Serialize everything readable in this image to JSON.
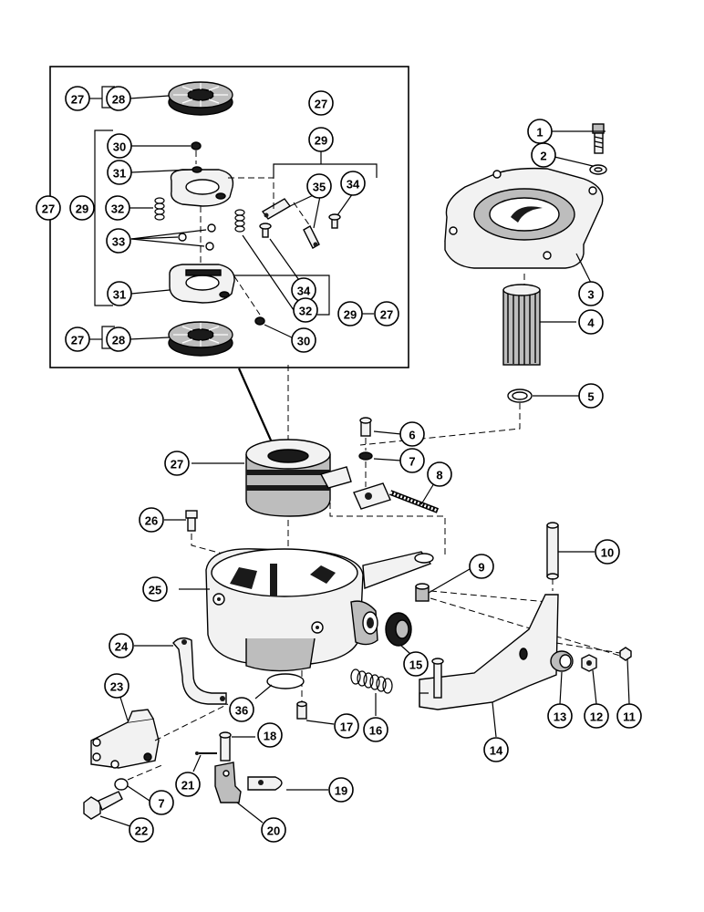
{
  "diagram": {
    "callouts": [
      {
        "id": "c1",
        "label": "1"
      },
      {
        "id": "c2",
        "label": "2"
      },
      {
        "id": "c3",
        "label": "3"
      },
      {
        "id": "c4",
        "label": "4"
      },
      {
        "id": "c5",
        "label": "5"
      },
      {
        "id": "c6",
        "label": "6"
      },
      {
        "id": "c7a",
        "label": "7"
      },
      {
        "id": "c8",
        "label": "8"
      },
      {
        "id": "c9",
        "label": "9"
      },
      {
        "id": "c10",
        "label": "10"
      },
      {
        "id": "c11",
        "label": "11"
      },
      {
        "id": "c12",
        "label": "12"
      },
      {
        "id": "c13",
        "label": "13"
      },
      {
        "id": "c14",
        "label": "14"
      },
      {
        "id": "c15",
        "label": "15"
      },
      {
        "id": "c16",
        "label": "16"
      },
      {
        "id": "c17",
        "label": "17"
      },
      {
        "id": "c18",
        "label": "18"
      },
      {
        "id": "c19",
        "label": "19"
      },
      {
        "id": "c20",
        "label": "20"
      },
      {
        "id": "c21",
        "label": "21"
      },
      {
        "id": "c22",
        "label": "22"
      },
      {
        "id": "c7b",
        "label": "7"
      },
      {
        "id": "c23",
        "label": "23"
      },
      {
        "id": "c24",
        "label": "24"
      },
      {
        "id": "c25",
        "label": "25"
      },
      {
        "id": "c26",
        "label": "26"
      },
      {
        "id": "c27m",
        "label": "27"
      },
      {
        "id": "c36",
        "label": "36"
      },
      {
        "id": "i27a",
        "label": "27"
      },
      {
        "id": "i28a",
        "label": "28"
      },
      {
        "id": "i30a",
        "label": "30"
      },
      {
        "id": "i31a",
        "label": "31"
      },
      {
        "id": "i27b",
        "label": "27"
      },
      {
        "id": "i29b",
        "label": "29"
      },
      {
        "id": "i32a",
        "label": "32"
      },
      {
        "id": "i33",
        "label": "33"
      },
      {
        "id": "i31b",
        "label": "31"
      },
      {
        "id": "i27c",
        "label": "27"
      },
      {
        "id": "i28c",
        "label": "28"
      },
      {
        "id": "i27t",
        "label": "27"
      },
      {
        "id": "i29t",
        "label": "29"
      },
      {
        "id": "i35",
        "label": "35"
      },
      {
        "id": "i34a",
        "label": "34"
      },
      {
        "id": "i34b",
        "label": "34"
      },
      {
        "id": "i32b",
        "label": "32"
      },
      {
        "id": "i29r",
        "label": "29"
      },
      {
        "id": "i27r",
        "label": "27"
      },
      {
        "id": "i30b",
        "label": "30"
      }
    ]
  }
}
